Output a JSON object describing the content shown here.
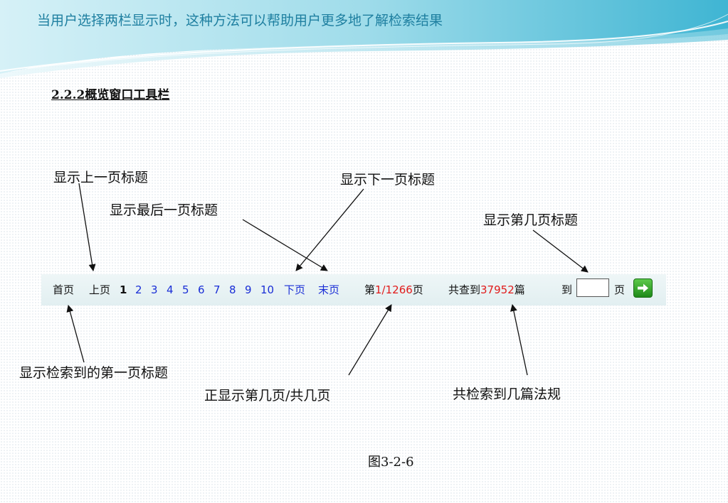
{
  "header": {
    "title": "当用户选择两栏显示时，这种方法可以帮助用户更多地了解检索结果"
  },
  "section": {
    "heading": "2.2.2概览窗口工具栏"
  },
  "callouts": {
    "prev_page": "显示上一页标题",
    "next_page": "显示下一页标题",
    "last_page": "显示最后一页标题",
    "nth_page": "显示第几页标题",
    "first_page": "显示检索到的第一页标题",
    "current_total": "正显示第几页/共几页",
    "total_results": "共检索到几篇法规"
  },
  "toolbar": {
    "first": "首页",
    "prev": "上页",
    "current": "1",
    "pages": [
      "2",
      "3",
      "4",
      "5",
      "6",
      "7",
      "8",
      "9",
      "10"
    ],
    "next": "下页",
    "last": "末页",
    "page_prefix": "第",
    "page_current_total": "1/1266",
    "page_suffix": "页",
    "found_prefix": "共查到",
    "found_count": "37952",
    "found_suffix": "篇",
    "goto_prefix": "到",
    "goto_value": "",
    "goto_suffix": "页",
    "go_icon": "arrow-right-icon"
  },
  "caption": "图3-2-6",
  "colors": {
    "title": "#1e7fa0",
    "link": "#1a2ed6",
    "number": "#e11b1b",
    "toolbar_bg": "#e6f1f3",
    "go_button": "#2a9a22"
  }
}
